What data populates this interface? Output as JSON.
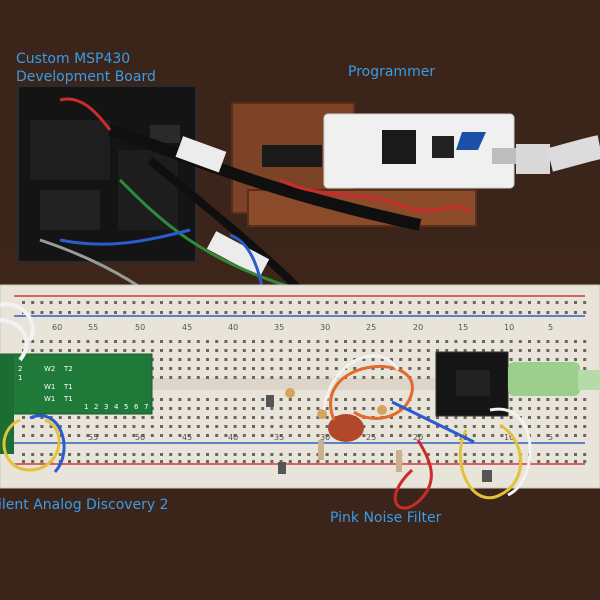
{
  "captions": {
    "msp430_line1": "Custom MSP430",
    "msp430_line2": "Development Board",
    "programmer": "Programmer",
    "analog_discovery": "ilent Analog Discovery 2",
    "pink_noise": "Pink Noise Filter"
  },
  "breadboard": {
    "top_numbers": [
      "60",
      "55",
      "50",
      "45",
      "40",
      "35",
      "30",
      "25",
      "20",
      "15",
      "10",
      "5"
    ],
    "bottom_numbers": [
      "55",
      "50",
      "45",
      "40",
      "35",
      "30",
      "25",
      "20",
      "15",
      "10",
      "5"
    ]
  },
  "adapter_pins": [
    "2",
    "1",
    "W2",
    "T2",
    "W1",
    "T1",
    "W1",
    "T1",
    "1",
    "2",
    "3",
    "4",
    "5",
    "6",
    "7"
  ],
  "colors": {
    "background": "#3a2418",
    "caption": "#3a9ce6",
    "breadboard": "#e9e4da",
    "pcb_black": "#151515",
    "pcb_brown": "#8b4a2a",
    "adapter_green": "#1f7a3a",
    "rail_red": "#d23a3a",
    "rail_blue": "#2f5fbf"
  }
}
